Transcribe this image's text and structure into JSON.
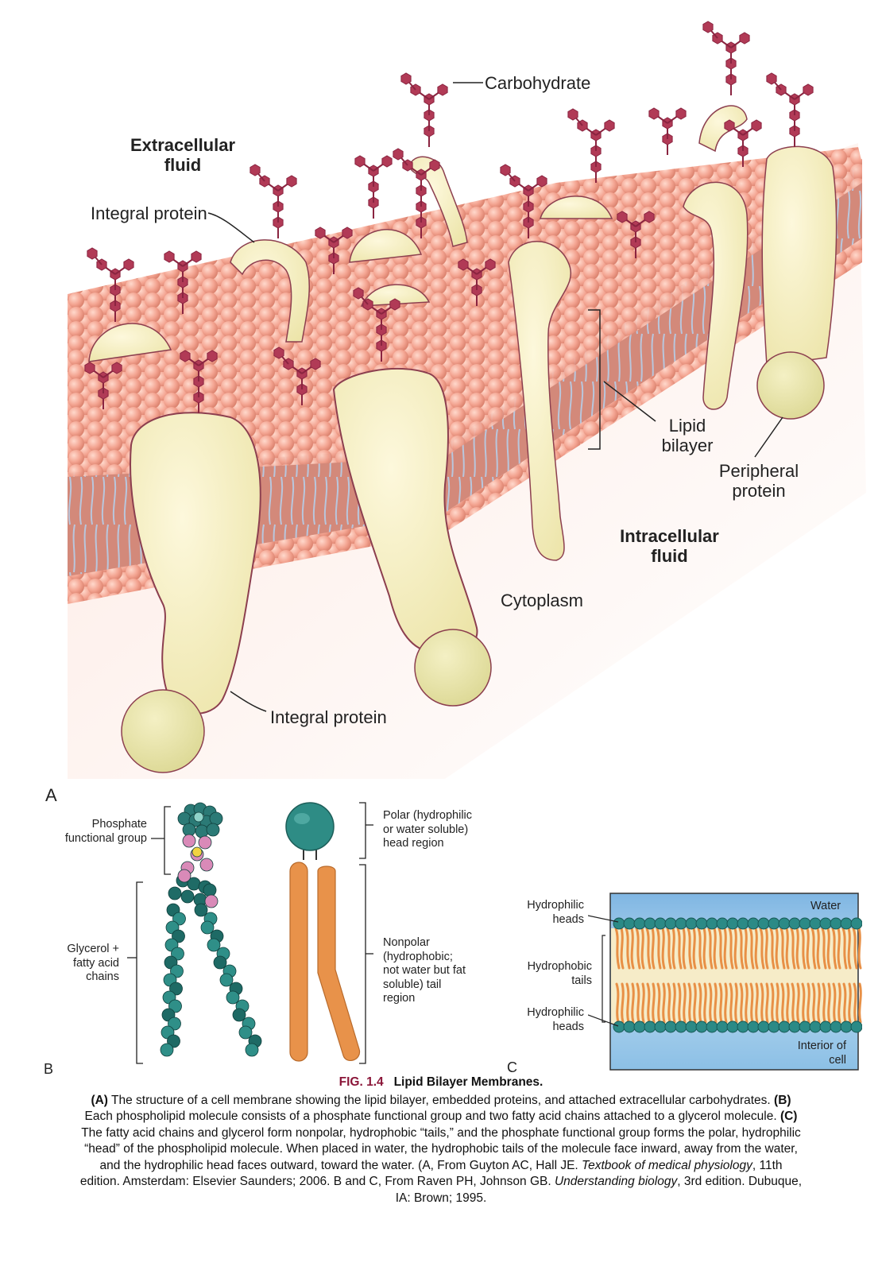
{
  "panel_a": {
    "letter": "A",
    "labels": {
      "carbohydrate": "Carbohydrate",
      "extracellular_fluid": "Extracellular fluid",
      "integral_protein_top": "Integral protein",
      "lipid_bilayer": "Lipid bilayer",
      "peripheral_protein": "Peripheral protein",
      "intracellular_fluid": "Intracellular fluid",
      "cytoplasm": "Cytoplasm",
      "integral_protein_bottom": "Integral protein"
    }
  },
  "panel_b": {
    "letter": "B",
    "labels": {
      "phosphate_group": "Phosphate functional group",
      "glycerol_fatty": "Glycerol + fatty acid chains",
      "polar_head": "Polar (hydrophilic or water soluble) head region",
      "nonpolar_tail": "Nonpolar (hydrophobic; not water but fat soluble) tail region"
    }
  },
  "panel_c": {
    "letter": "C",
    "labels": {
      "hydrophilic_heads_top": "Hydrophilic heads",
      "hydrophobic_tails": "Hydrophobic tails",
      "hydrophilic_heads_bottom": "Hydrophilic heads",
      "water": "Water",
      "interior_of_cell": "Interior of cell"
    }
  },
  "caption": {
    "fig_number": "FIG. 1.4",
    "title": "Lipid Bilayer Membranes.",
    "a_label": "(A)",
    "a_text": "The structure of a cell membrane showing the lipid bilayer, embedded proteins, and attached extracellular carbohydrates.",
    "b_label": "(B)",
    "b_text": "Each phospholipid molecule consists of a phosphate functional group and two fatty acid chains attached to a glycerol molecule.",
    "c_label": "(C)",
    "c_text": "The fatty acid chains and glycerol form nonpolar, hydrophobic “tails,” and the phosphate functional group forms the polar, hydrophilic “head” of the phospholipid molecule. When placed in water, the hydrophobic tails of the molecule face inward, away from the water, and the hydrophilic head faces outward, toward the water. (A, From Guyton AC, Hall JE.",
    "book1": "Textbook of medical physiology",
    "c_text2": ", 11th edition. Amsterdam: Elsevier Saunders; 2006. B and C, From Raven PH, Johnson GB.",
    "book2": "Understanding biology",
    "c_text3": ", 3rd edition. Dubuque, IA: Brown; 1995."
  },
  "colors": {
    "membrane_head": "#f0a592",
    "membrane_surface": "#f5b7a5",
    "tail_band": "#d98a7a",
    "protein": "#f7eec0",
    "protein_dark": "#e6e0a6",
    "carbohydrate": "#b13a56",
    "teal": "#2b8a86",
    "orange_tail": "#e89046",
    "water_panel": "#9cc7e6",
    "caption_accent": "#8a1538"
  }
}
